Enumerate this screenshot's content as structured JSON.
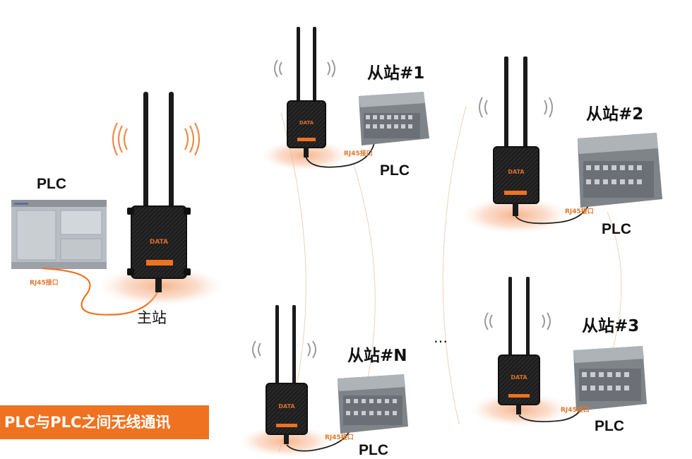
{
  "caption": "PLC与PLC之间无线通讯",
  "master": {
    "label": "主站",
    "plc_label": "PLC",
    "port_label": "RJ45接口"
  },
  "slaves": [
    {
      "label": "从站#1",
      "plc_label": "PLC",
      "port_label": "RJ45接口"
    },
    {
      "label": "从站#2",
      "plc_label": "PLC",
      "port_label": "RJ45接口"
    },
    {
      "label": "从站#3",
      "plc_label": "PLC",
      "port_label": "RJ45接口"
    },
    {
      "label": "从站#N",
      "plc_label": "PLC",
      "port_label": "RJ45接口"
    }
  ],
  "ellipsis": "…",
  "colors": {
    "accent": "#ef7220",
    "glow": "#f6b690",
    "radio_body": "#222222",
    "plc_body": "#8c9095",
    "plc_panel": "#c4c9ce",
    "signal_arc": "#f1c4a6"
  }
}
